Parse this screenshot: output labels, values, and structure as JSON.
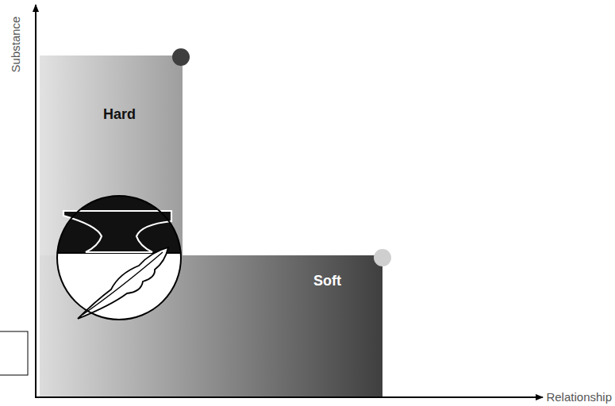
{
  "diagram": {
    "nodes": [
      {
        "text": [
          "Hard"
        ]
      },
      {
        "text": [
          "Soft"
        ]
      }
    ],
    "labels": [
      "Substance",
      "Relationship"
    ]
  }
}
